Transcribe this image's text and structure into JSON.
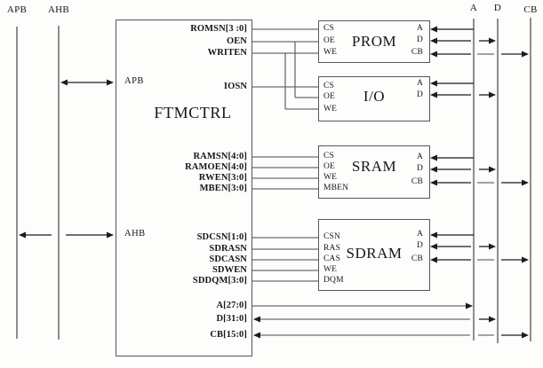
{
  "buses": {
    "top_left": [
      "APB",
      "AHB"
    ],
    "top_right": [
      "A",
      "D",
      "CB"
    ]
  },
  "controller": {
    "title": "FTMCTRL",
    "ports": {
      "apb": "APB",
      "ahb": "AHB"
    },
    "signals": [
      "ROMSN[3 :0]",
      "OEN",
      "WRITEN",
      "IOSN",
      "RAMSN[4:0]",
      "RAMOEN[4:0]",
      "RWEN[3:0]",
      "MBEN[3:0]",
      "SDCSN[1:0]",
      "SDRASN",
      "SDCASN",
      "SDWEN",
      "SDDQM[3:0]",
      "A[27:0]",
      "D[31:0]",
      "CB[15:0]"
    ]
  },
  "devices": [
    {
      "title": "PROM",
      "left_pins": [
        "CS",
        "OE",
        "WE"
      ],
      "right_pins": [
        "A",
        "D",
        "CB"
      ]
    },
    {
      "title": "I/O",
      "left_pins": [
        "CS",
        "OE",
        "WE"
      ],
      "right_pins": [
        "A",
        "D"
      ]
    },
    {
      "title": "SRAM",
      "left_pins": [
        "CS",
        "OE",
        "WE",
        "MBEN"
      ],
      "right_pins": [
        "A",
        "D",
        "CB"
      ]
    },
    {
      "title": "SDRAM",
      "left_pins": [
        "CSN",
        "RAS",
        "CAS",
        "WE",
        "DQM"
      ],
      "right_pins": [
        "A",
        "D",
        "CB"
      ]
    }
  ],
  "colors": {
    "line_gray": "#6b6b6b",
    "line_black": "#1c1c1c",
    "border": "#565656",
    "background": "#fdfdfc"
  }
}
